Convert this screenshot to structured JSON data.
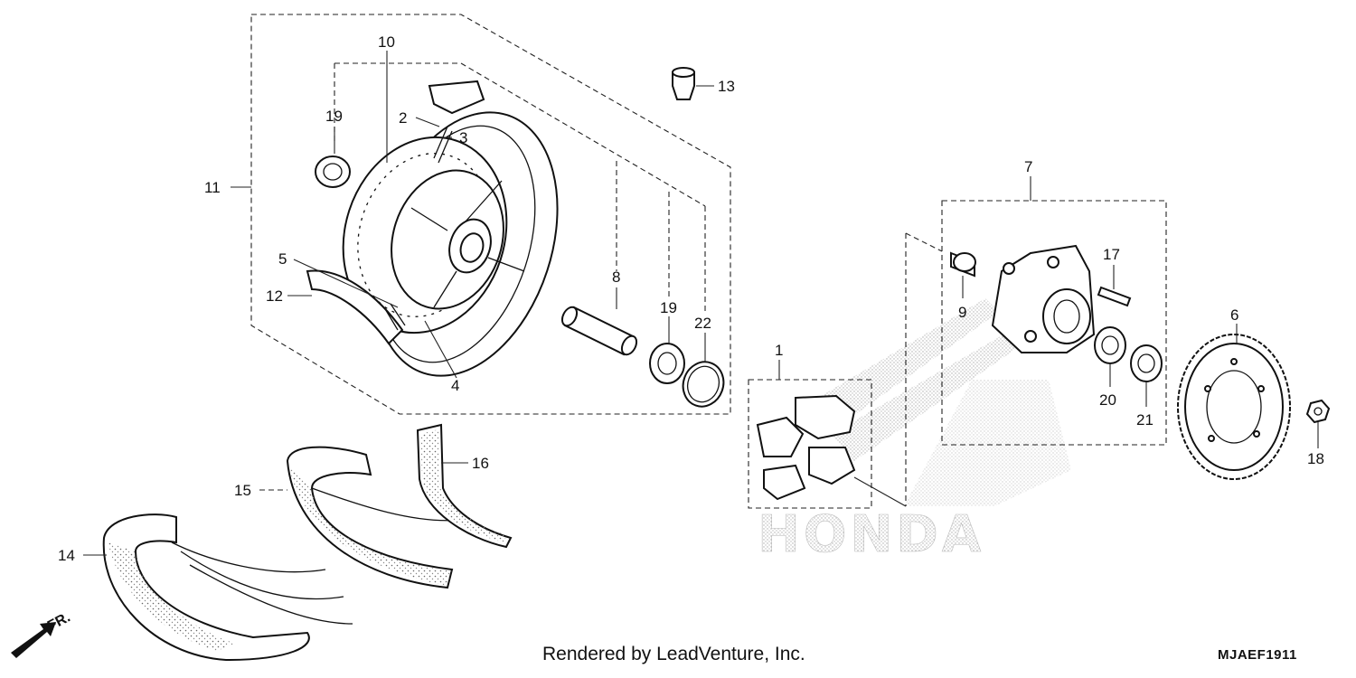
{
  "footer": {
    "credit": "Rendered by LeadVenture, Inc.",
    "diagram_code": "MJAEF1911"
  },
  "direction_label": "FR.",
  "watermark": "HONDA",
  "callouts": {
    "p1": "1",
    "p2": "2",
    "p3": "3",
    "p4": "4",
    "p5": "5",
    "p6": "6",
    "p7": "7",
    "p8": "8",
    "p9": "9",
    "p10": "10",
    "p11": "11",
    "p12": "12",
    "p13": "13",
    "p14": "14",
    "p15": "15",
    "p16": "16",
    "p17": "17",
    "p18": "18",
    "p19a": "19",
    "p19b": "19",
    "p20": "20",
    "p21": "21",
    "p22": "22"
  }
}
